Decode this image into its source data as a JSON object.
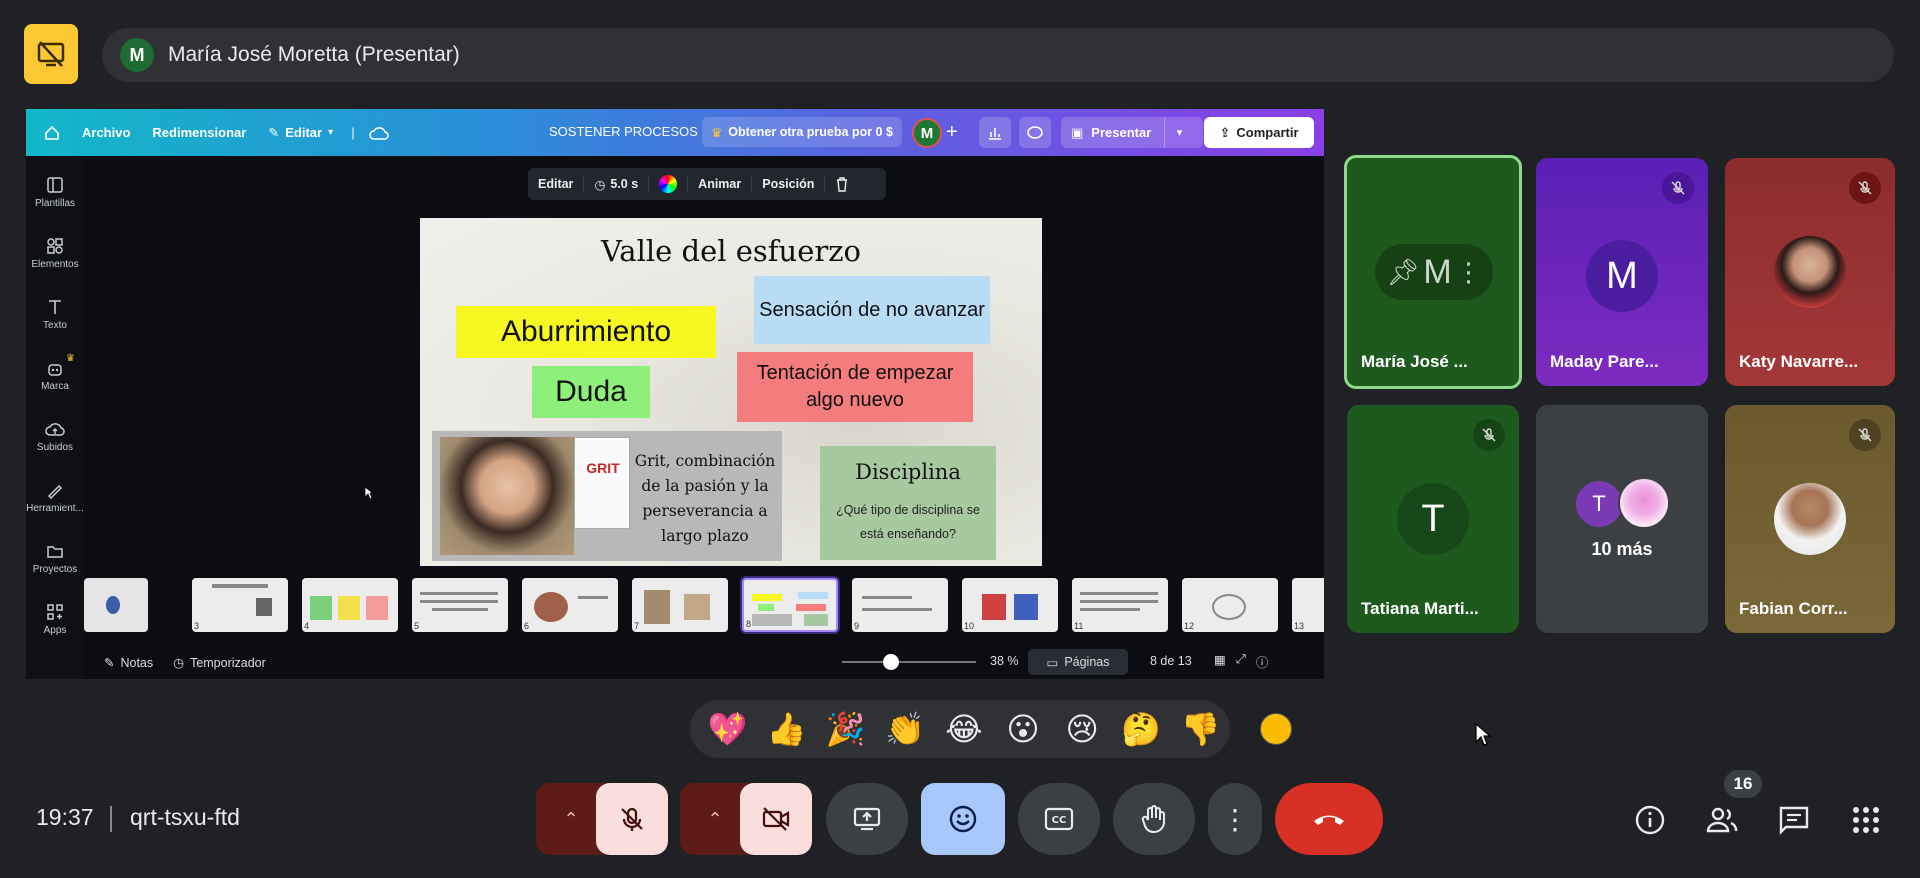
{
  "presenter": {
    "initial": "M",
    "name": "María José Moretta (Presentar)"
  },
  "canva": {
    "menu": [
      "Archivo",
      "Redimensionar",
      "Editar"
    ],
    "project_title": "SOSTENER PROCESOS",
    "trial_label": "Obtener otra prueba por 0 $",
    "user_initial": "M",
    "present_label": "Presentar",
    "share_label": "Compartir",
    "sidebar": [
      "Plantillas",
      "Elementos",
      "Texto",
      "Marca",
      "Subidos",
      "Herramient...",
      "Proyectos",
      "Apps"
    ],
    "float_toolbar": {
      "edit": "Editar",
      "duration": "5.0 s",
      "animate": "Animar",
      "position": "Posición"
    },
    "bottom": {
      "notes": "Notas",
      "timer": "Temporizador",
      "zoom": "38 %",
      "pages": "Páginas",
      "page_count": "8 de 13"
    },
    "thumbnails": [
      "3",
      "4",
      "5",
      "6",
      "7",
      "8",
      "9",
      "10",
      "11",
      "12",
      "13"
    ],
    "active_thumbnail": "8"
  },
  "slide": {
    "title": "Valle del esfuerzo",
    "aburrimiento": "Aburrimiento",
    "duda": "Duda",
    "sensacion": "Sensación de no avanzar",
    "tentacion": "Tentación de empezar algo nuevo",
    "book_title": "GRIT",
    "grit_text": "Grit, combinación de la pasión y la perseverancia a largo plazo",
    "disciplina": "Disciplina",
    "disciplina_question": "¿Qué tipo de disciplina se está enseñando?"
  },
  "participants": {
    "maria": {
      "initial": "M",
      "name": "María José ..."
    },
    "maday": {
      "initial": "M",
      "name": "Maday Pare..."
    },
    "katy": {
      "name": "Katy Navarre..."
    },
    "tatiana": {
      "initial": "T",
      "name": "Tatiana Marti..."
    },
    "more": {
      "initial": "T",
      "label": "10 más"
    },
    "fabian": {
      "name": "Fabian Corr..."
    }
  },
  "reactions": [
    "💖",
    "👍",
    "🎉",
    "👏",
    "😂",
    "😮",
    "😢",
    "🤔",
    "👎"
  ],
  "meeting": {
    "time": "19:37",
    "code": "qrt-tsxu-ftd",
    "participant_count": "16"
  },
  "colors": {
    "end_call": "#d93025",
    "active_control": "#a8c7fa",
    "muted": "#f9dedc"
  }
}
